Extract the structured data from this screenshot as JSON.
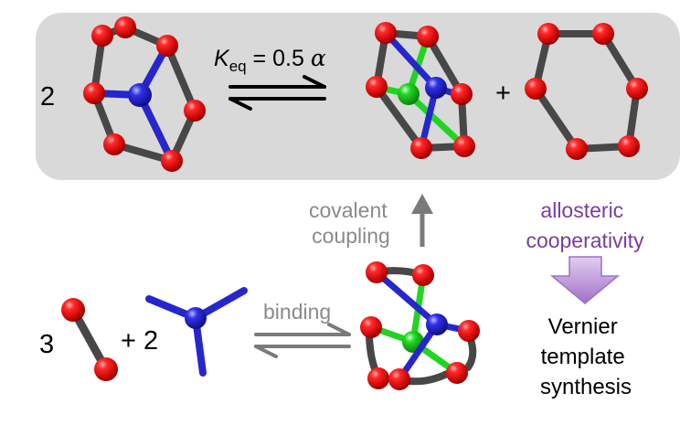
{
  "equilibrium": {
    "coefficient_left": "2",
    "k_symbol": "K",
    "k_subscript": "eq",
    "k_rest": " = 0.5 ",
    "alpha": "α",
    "plus": "+"
  },
  "reaction": {
    "coefficient_bead": "3",
    "plus_two": "+ 2",
    "binding_label": "binding",
    "covalent_line1": "covalent",
    "covalent_line2": "coupling"
  },
  "outcome": {
    "allosteric_line1": "allosteric",
    "allosteric_line2": "cooperativity",
    "vernier_line1": "Vernier",
    "vernier_line2": "template",
    "vernier_line3": "synthesis"
  },
  "colors": {
    "panel": "#d9d9d9",
    "bead": "#e8141b",
    "ring": "#444444",
    "template_blue": "#2424c8",
    "link_green": "#22d422",
    "arrow_gray": "#7a7a7a",
    "allosteric_purple": "#7a3d9e",
    "gray_text": "#8a8a8a"
  }
}
